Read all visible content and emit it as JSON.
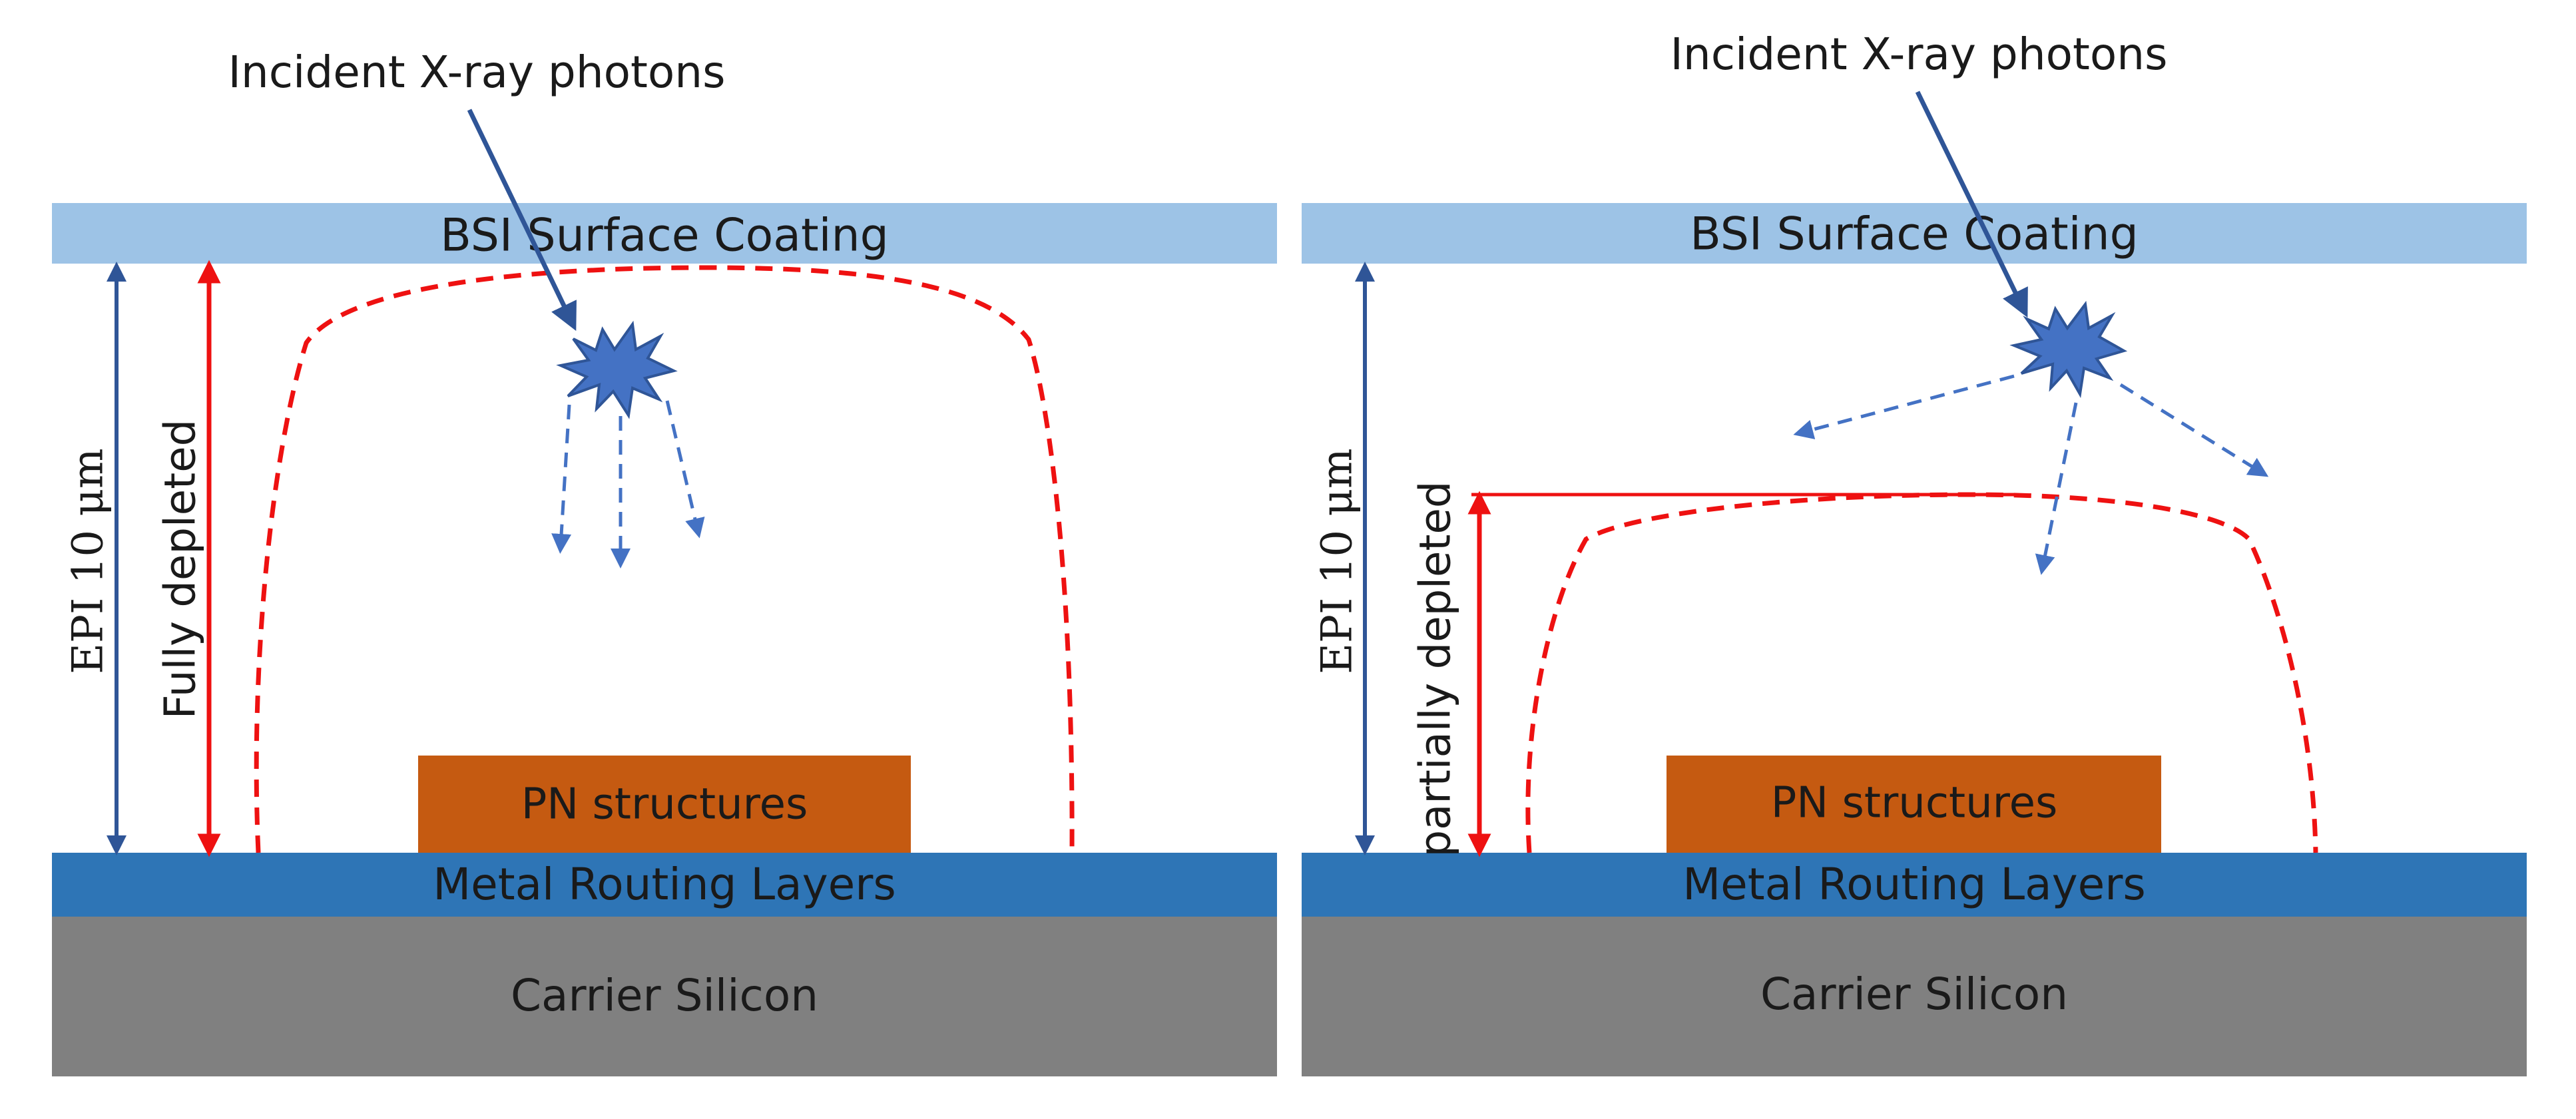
{
  "colors": {
    "coating": "#9dc3e6",
    "metal": "#2e75b6",
    "silicon": "#808080",
    "pn": "#c55a11",
    "depletion": "#ee1111",
    "epi_arrow": "#2f5597",
    "photon_arrow": "#2f5597",
    "star_fill": "#4472c4",
    "star_stroke": "#2f5597",
    "carrier_arrow": "#4472c4"
  },
  "panels": [
    {
      "incident_label": "Incident X-ray photons",
      "coating_label": "BSI Surface Coating",
      "epi_label": "EPI 10 μm",
      "depletion_label": "Fully depleted",
      "pn_label": "PN structures",
      "metal_label": "Metal Routing Layers",
      "silicon_label": "Carrier Silicon"
    },
    {
      "incident_label": "Incident X-ray photons",
      "coating_label": "BSI Surface Coating",
      "epi_label": "EPI 10 μm",
      "depletion_label": "partially depleted",
      "pn_label": "PN structures",
      "metal_label": "Metal Routing Layers",
      "silicon_label": "Carrier Silicon"
    }
  ]
}
